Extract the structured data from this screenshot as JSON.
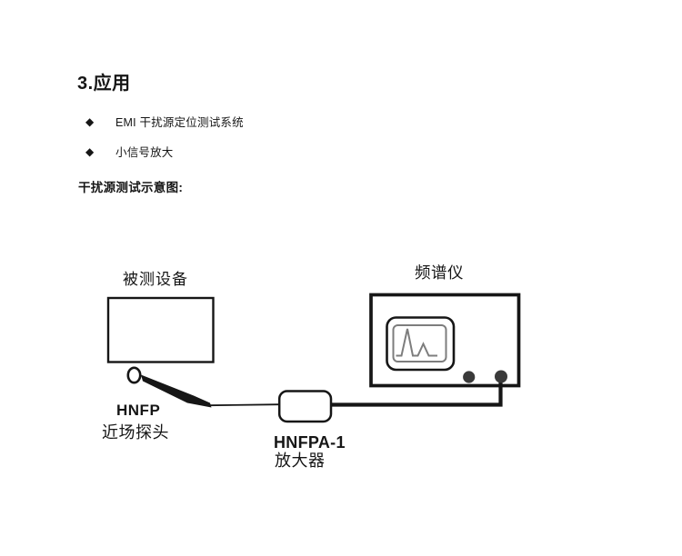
{
  "document": {
    "heading": "3.应用",
    "bullets": [
      {
        "marker": "◆",
        "text": "EMI 干扰源定位测试系统"
      },
      {
        "marker": "◆",
        "text": "小信号放大"
      }
    ],
    "diagram_caption": "干扰源测试示意图:"
  },
  "diagram": {
    "dut_label": "被测设备",
    "analyzer_label": "频谱仪",
    "probe_model": "HNFP",
    "probe_name": "近场探头",
    "amplifier_model": "HNFPA-1",
    "amplifier_name": "放大器",
    "colors": {
      "ink": "#161616",
      "trace_gray": "#7d7d7d",
      "knob_gray": "#3a3a3a",
      "background": "#ffffff"
    }
  }
}
